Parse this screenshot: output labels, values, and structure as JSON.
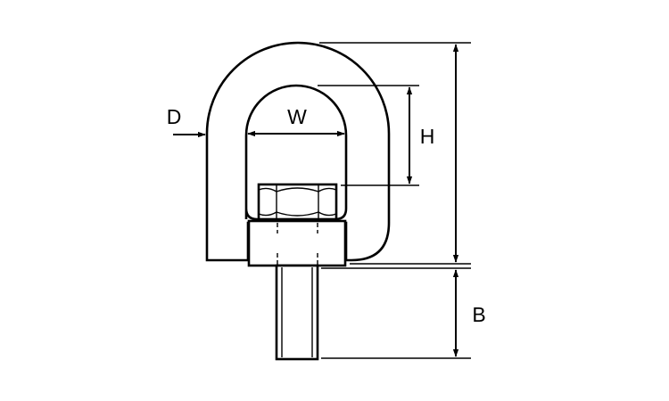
{
  "diagram": {
    "labels": {
      "d": "D",
      "w": "W",
      "h": "H",
      "b": "B"
    },
    "colors": {
      "line": "#000000",
      "background": "#ffffff"
    }
  }
}
